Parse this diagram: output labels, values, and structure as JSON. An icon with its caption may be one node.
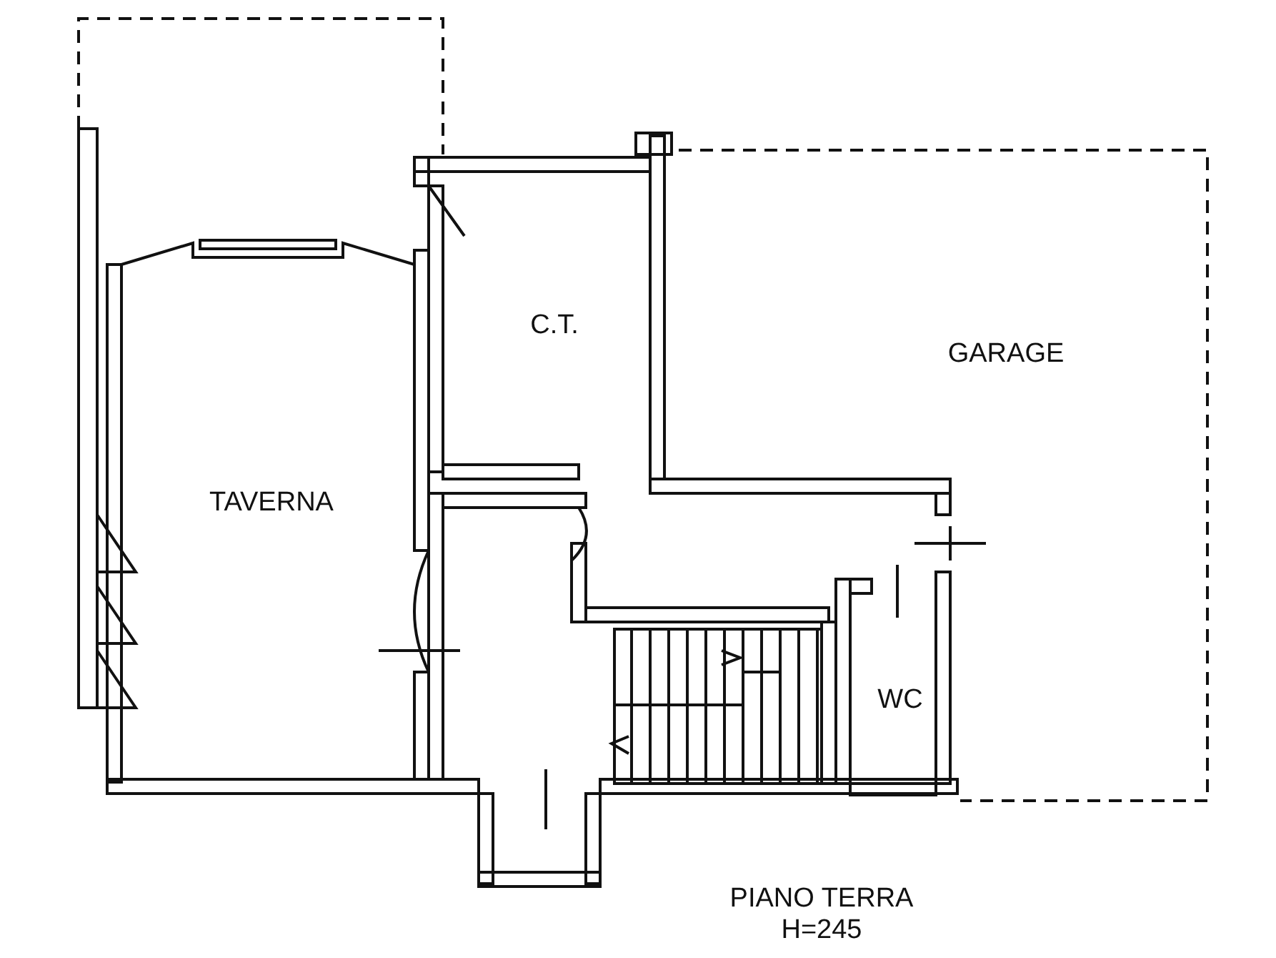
{
  "diagram": {
    "caption": "PIANO TERRA H=245",
    "nodes": [
      {
        "text": [
          "C.T."
        ]
      },
      {
        "text": [
          "GARAGE"
        ]
      },
      {
        "text": [
          "TAVERNA"
        ]
      },
      {
        "text": [
          "WC"
        ]
      }
    ]
  }
}
